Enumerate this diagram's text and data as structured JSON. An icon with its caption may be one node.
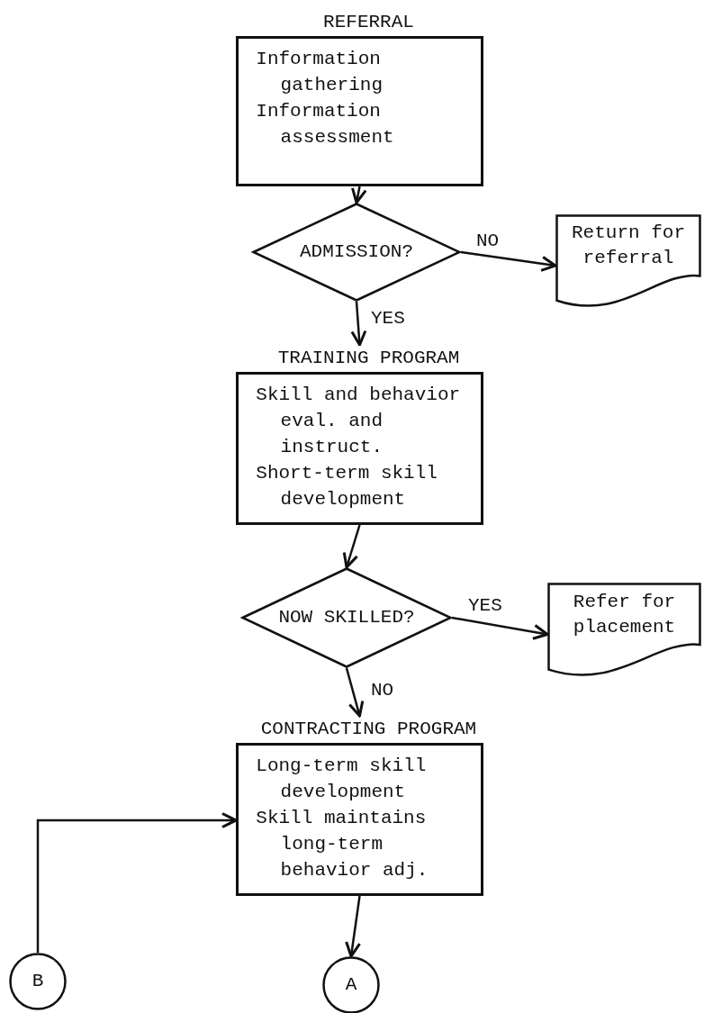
{
  "diagram": {
    "nodes": [
      {
        "text": [
          "REFERRAL",
          "Information gathering",
          "Information assessment"
        ]
      },
      {
        "text": [
          "ADMISSION?"
        ]
      },
      {
        "text": [
          "Return for referral"
        ]
      },
      {
        "text": [
          "TRAINING PROGRAM",
          "Skill and behavior eval. and instruct.",
          "Short-term skill development"
        ]
      },
      {
        "text": [
          "NOW SKILLED?"
        ]
      },
      {
        "text": [
          "Refer for placement"
        ]
      },
      {
        "text": [
          "CONTRACTING PROGRAM",
          "Long-term skill development",
          "Skill maintains long-term behavior adj."
        ]
      },
      {
        "text": [
          "B"
        ]
      },
      {
        "text": [
          "A"
        ]
      }
    ],
    "edges": [
      {
        "from": 0,
        "to": 1,
        "arrow": "to"
      },
      {
        "from": 1,
        "to": 2,
        "arrow": "to",
        "label": "NO"
      },
      {
        "from": 1,
        "to": 3,
        "arrow": "to",
        "label": "YES"
      },
      {
        "from": 3,
        "to": 4,
        "arrow": "to"
      },
      {
        "from": 4,
        "to": 5,
        "arrow": "to",
        "label": "YES"
      },
      {
        "from": 4,
        "to": 6,
        "arrow": "to",
        "label": "NO"
      },
      {
        "from": 7,
        "to": 6,
        "arrow": "to"
      },
      {
        "from": 6,
        "to": 8,
        "arrow": "to"
      }
    ]
  }
}
